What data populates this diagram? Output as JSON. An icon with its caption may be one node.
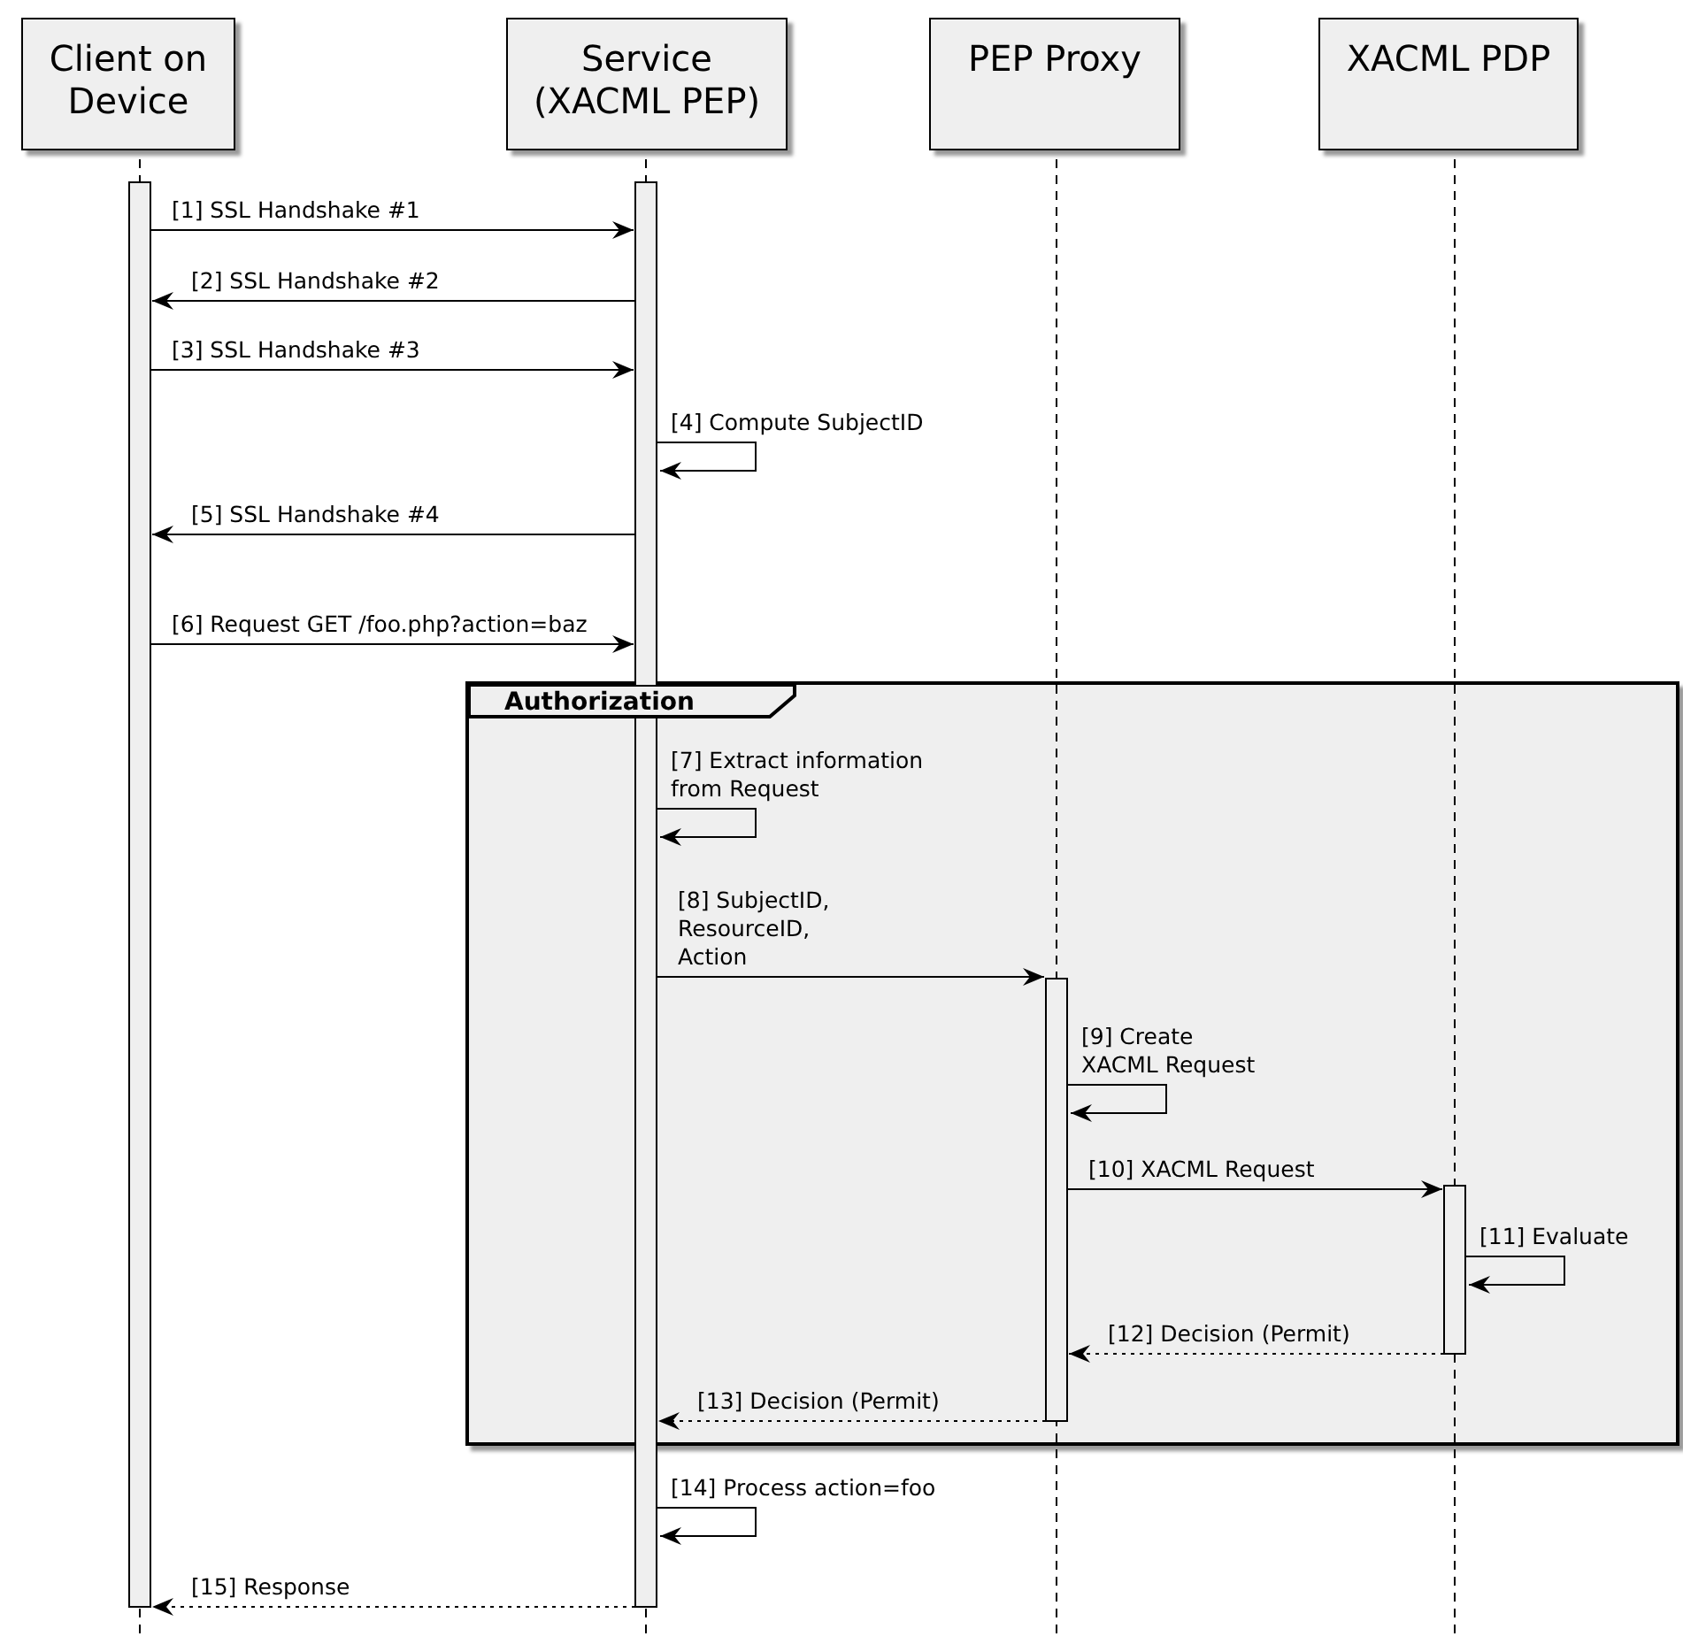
{
  "diagram": {
    "nodes": [
      {
        "text": [
          "Client on Device"
        ]
      },
      {
        "text": [
          "Service (XACML PEP)"
        ]
      },
      {
        "text": [
          "PEP Proxy"
        ]
      },
      {
        "text": [
          "XACML PDP"
        ]
      }
    ],
    "labels": [
      "Authorization"
    ],
    "edges": [
      {
        "from": 0,
        "to": 1,
        "arrow": "to",
        "label": "[1] SSL Handshake #1"
      },
      {
        "from": 1,
        "to": 0,
        "arrow": "to",
        "label": "[2] SSL Handshake #2"
      },
      {
        "from": 0,
        "to": 1,
        "arrow": "to",
        "label": "[3] SSL Handshake #3"
      },
      {
        "from": 1,
        "to": 1,
        "arrow": "to",
        "label": "[4] Compute SubjectID"
      },
      {
        "from": 1,
        "to": 0,
        "arrow": "to",
        "label": "[5] SSL Handshake #4"
      },
      {
        "from": 0,
        "to": 1,
        "arrow": "to",
        "label": "[6] Request GET /foo.php?action=baz"
      },
      {
        "from": 1,
        "to": 1,
        "arrow": "to",
        "label": "[7] Extract information from Request"
      },
      {
        "from": 1,
        "to": 2,
        "arrow": "to",
        "label": "[8] SubjectID, ResourceID, Action"
      },
      {
        "from": 2,
        "to": 2,
        "arrow": "to",
        "label": "[9] Create XACML Request"
      },
      {
        "from": 2,
        "to": 3,
        "arrow": "to",
        "label": "[10] XACML Request"
      },
      {
        "from": 3,
        "to": 3,
        "arrow": "to",
        "label": "[11] Evaluate"
      },
      {
        "from": 3,
        "to": 2,
        "arrow": "to",
        "label": "[12] Decision (Permit)",
        "style": "dashed"
      },
      {
        "from": 2,
        "to": 1,
        "arrow": "to",
        "label": "[13] Decision (Permit)",
        "style": "dashed"
      },
      {
        "from": 1,
        "to": 1,
        "arrow": "to",
        "label": "[14] Process action=foo"
      },
      {
        "from": 1,
        "to": 0,
        "arrow": "to",
        "label": "[15] Response",
        "style": "dashed"
      }
    ]
  }
}
